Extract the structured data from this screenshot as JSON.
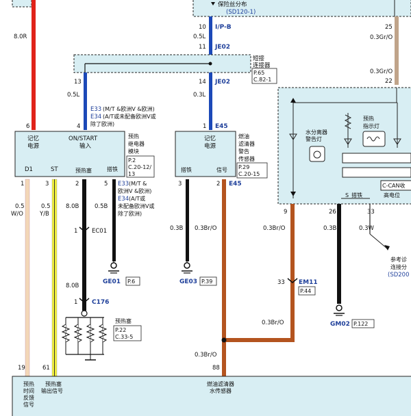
{
  "colors": {
    "red": "#e0231a",
    "blue": "#1c49b8",
    "black": "#111111",
    "brown": "#b4541f",
    "tan": "#c0a48a",
    "yellow": "#f0ef3c",
    "peach": "#f3d7b8",
    "panel": "#d8eef3"
  },
  "top": {
    "fuse_label": "保险丝分布",
    "fuse_ref": "(SD120-1)",
    "left_wire": "8.0R",
    "pin10": "10",
    "ipb": "I/P-B",
    "w05l": "0.5L",
    "pin11": "11",
    "je02a": "JE02",
    "pin25": "25",
    "w03gro_a": "0.3Gr/O"
  },
  "joint": {
    "title1": "短接",
    "title2": "连接器",
    "ref1": "P.65",
    "ref2": "C.82-1",
    "pin13": "13",
    "pin14": "14",
    "je02b": "JE02",
    "w05l": "0.5L",
    "w03l": "0.3L",
    "w03gro_b": "0.3Gr/O",
    "pin22": "22"
  },
  "notes": {
    "e33": "E33",
    "e33_text": "(M/T &欧洲V &欧洲)",
    "e34": "E34",
    "e34_text": "(A/T或未配备欧洲V或",
    "e34_text2": "除了欧洲)",
    "e45": "E45"
  },
  "relay": {
    "pin6": "6",
    "pin4": "4",
    "mem1": "记忆",
    "mem2": "电源",
    "on1": "ON/START",
    "on2": "输入",
    "d1": "D1",
    "st": "ST",
    "glow": "预热塞",
    "gnd": "搭铁",
    "name1": "预热",
    "name2": "继电器",
    "name3": "模块",
    "ref1": "P.2",
    "ref2": "C.20-12/",
    "ref3": "13"
  },
  "filter": {
    "pin1": "1",
    "mem1": "记忆",
    "mem2": "电源",
    "gnd": "搭铁",
    "sig": "信号",
    "name1": "燃油",
    "name2": "滤清器",
    "name3": "警告",
    "name4": "传感器",
    "ref1": "P.29",
    "ref2": "C.20-15"
  },
  "cluster": {
    "water1": "水分离器",
    "water2": "警告灯",
    "pre1": "预热",
    "pre2": "指示灯",
    "ccan": "C-CAN收",
    "sgnd": "S_搭铁",
    "high": "高电位",
    "pin9": "9",
    "pin26": "26",
    "pin33": "33"
  },
  "lower": {
    "p1": "1",
    "p3": "3",
    "p2": "2",
    "p5": "5",
    "w05wo_a": "0.5",
    "w05wo_b": "W/O",
    "w05yb_a": "0.5",
    "w05yb_b": "Y/B",
    "w80b_1": "8.0B",
    "w05b": "0.5B",
    "e33b": "E33",
    "e33b_t1": "(M/T &",
    "e33b_t2": "欧洲V &欧洲)",
    "e34b": "E34",
    "e34b_t1": "(A/T或",
    "e34b_t2": "未配备欧洲V或",
    "e34b_t3": "除了欧洲)",
    "fp3": "3",
    "fp2": "2",
    "fe45": "E45",
    "ec01_pin": "1",
    "ec01": "EC01",
    "w80b_2": "8.0B",
    "c176_pin": "1",
    "c176": "C176",
    "plug1": "预热塞",
    "plug_ref1": "P.22",
    "plug_ref2": "C.33-5",
    "ge01": "GE01",
    "ge01_p": "P.6",
    "w03b_a": "0.3B",
    "w03bro_a": "0.3Br/O",
    "ge03": "GE03",
    "ge03_p": "P.39",
    "w03bro_b": "0.3Br/O",
    "w03b_b": "0.3B",
    "w03w": "0.3W",
    "ref_a": "参考诊",
    "ref_b": "连接分",
    "ref_c": "(SD200",
    "em11_pin": "33",
    "em11": "EM11",
    "em11_p": "P.44",
    "gm02": "GM02",
    "gm02_p": "P.122",
    "w03bro_c": "0.3Br/O",
    "w03bro_d": "0.3Br/O",
    "p19": "19",
    "p61": "61",
    "p88": "88"
  },
  "ecu": {
    "fb1": "预热",
    "fb2": "时间",
    "fb3": "反馈",
    "fb4": "信号",
    "out1": "预热塞",
    "out2": "输出信号",
    "wf1": "燃油滤清器",
    "wf2": "水传感器"
  }
}
